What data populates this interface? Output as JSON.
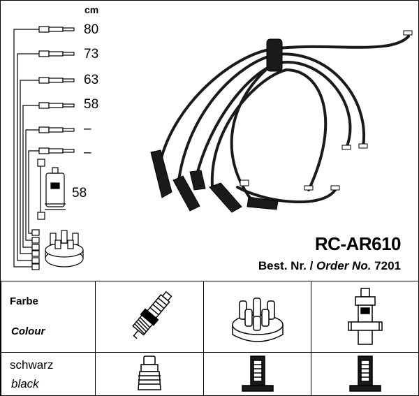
{
  "lengths": {
    "unit": "cm",
    "lead_1": "80",
    "lead_2": "73",
    "lead_3": "63",
    "lead_4": "58",
    "lead_5": "–",
    "lead_6": "–",
    "coil_lead": "58"
  },
  "product": {
    "model": "RC-AR610",
    "order_de": "Best. Nr.",
    "order_sep": " / ",
    "order_en": "Order No.",
    "order_number": "7201"
  },
  "legend": {
    "header_de": "Farbe",
    "header_en": "Colour",
    "color_de": "schwarz",
    "color_en": "black",
    "cable_color": "#1a1a1a"
  },
  "icons": {
    "spark_plug": "spark-plug-icon",
    "distributor_cap": "distributor-cap-icon",
    "ignition_coil": "ignition-coil-icon",
    "plug_boot": "spark-plug-boot-icon",
    "cap_connector": "distributor-connector-icon",
    "coil_connector": "coil-connector-icon"
  }
}
